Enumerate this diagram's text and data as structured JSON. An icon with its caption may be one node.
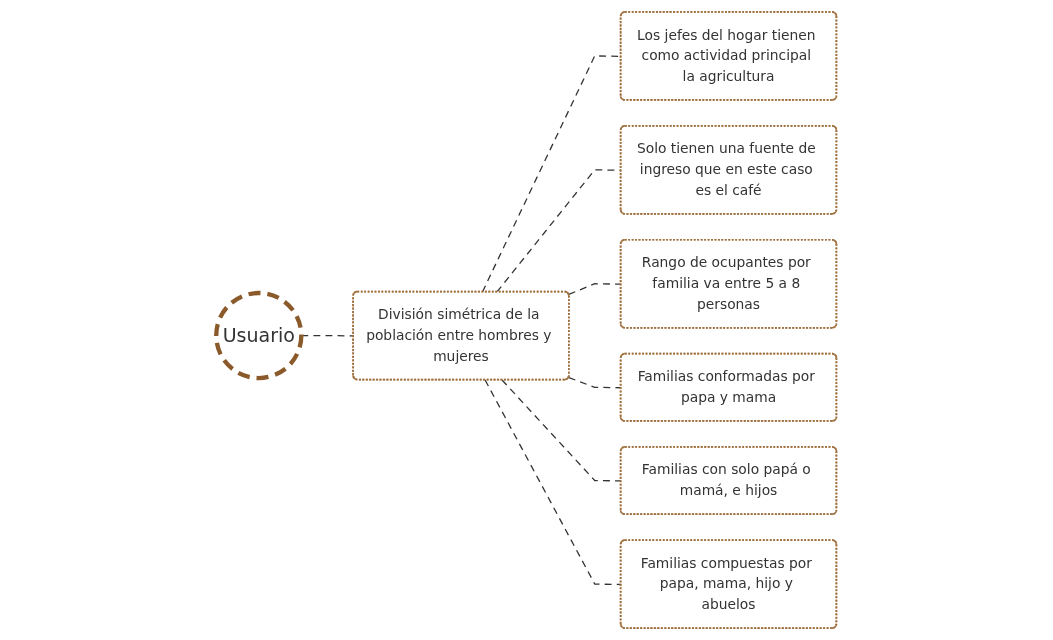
{
  "diagram": {
    "nodes": [
      {
        "text": [
          "Usuario"
        ]
      },
      {
        "text": [
          "Los jefes del hogar tienen como actividad principal la agricultura"
        ]
      },
      {
        "text": [
          "División simétrica de la población entre hombres y mujeres"
        ]
      },
      {
        "text": [
          "Solo tienen una fuente de ingreso que en este caso es el café"
        ]
      },
      {
        "text": [
          "Rango de ocupantes por familia va entre 5 a 8 personas"
        ]
      },
      {
        "text": [
          "Familias conformadas por papa y mama"
        ]
      },
      {
        "text": [
          "Familias con solo papá o mamá, e hijos"
        ]
      },
      {
        "text": [
          "Familias compuestas por papa, mama, hijo y abuelos"
        ]
      }
    ],
    "edges": [
      {
        "from": 0,
        "to": 2,
        "arrow": "none",
        "style": "dashed"
      },
      {
        "from": 2,
        "to": 1,
        "arrow": "none",
        "style": "dashed"
      },
      {
        "from": 2,
        "to": 3,
        "arrow": "none",
        "style": "dashed"
      },
      {
        "from": 2,
        "to": 4,
        "arrow": "none",
        "style": "dashed"
      },
      {
        "from": 2,
        "to": 5,
        "arrow": "none",
        "style": "dashed"
      },
      {
        "from": 2,
        "to": 6,
        "arrow": "none",
        "style": "dashed"
      },
      {
        "from": 2,
        "to": 7,
        "arrow": "none",
        "style": "dashed"
      }
    ]
  }
}
